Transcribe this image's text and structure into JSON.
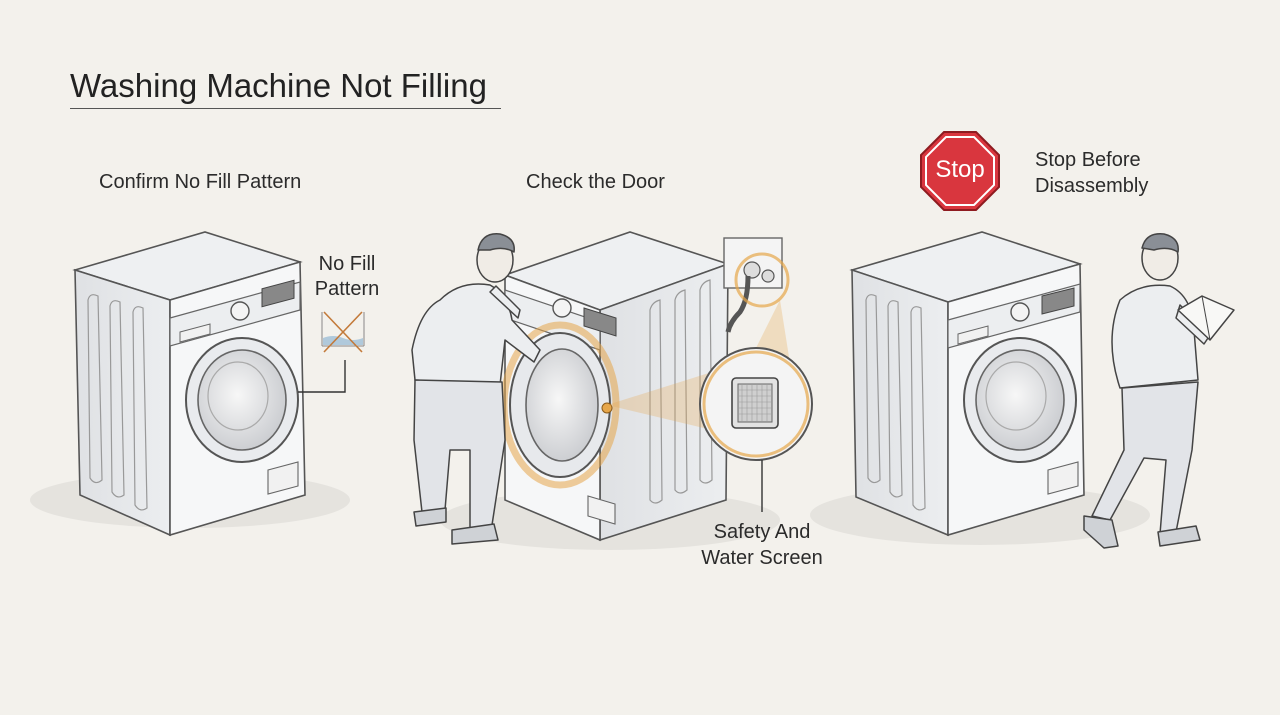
{
  "title": "Washing Machine Not Filling",
  "panels": [
    {
      "heading": "Confirm No Fill Pattern",
      "callout_line1": "No Fill",
      "callout_line2": "Pattern"
    },
    {
      "heading": "Check the Door",
      "callout_line1": "Safety And",
      "callout_line2": "Water Screen"
    },
    {
      "heading_line1": "Stop Before",
      "heading_line2": "Disassembly",
      "sign_text": "Stop"
    }
  ],
  "colors": {
    "accent": "#e6a64a",
    "stop_red": "#d9363e",
    "background": "#f3f1ec",
    "ink": "#3a3a3a"
  }
}
